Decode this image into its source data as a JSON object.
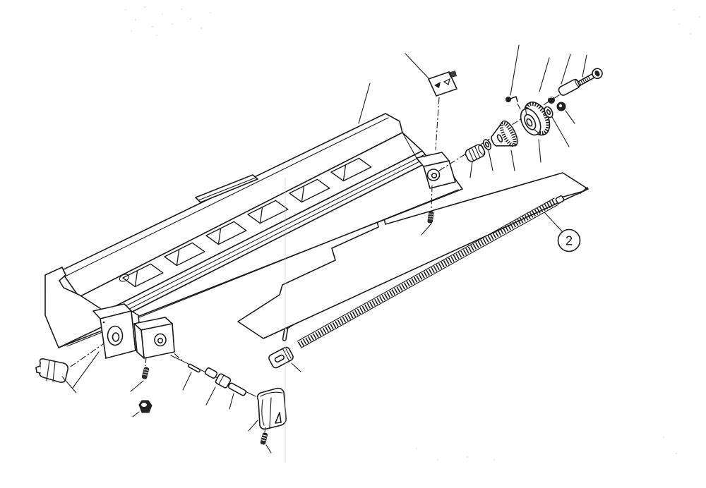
{
  "figure": {
    "type": "exploded-parts-diagram",
    "callouts": [
      {
        "label": "2"
      }
    ],
    "colors": {
      "ink": "#1c1c1c",
      "paper": "#ffffff",
      "fold_line": "#c9c9c9",
      "speckle": "#b9b9b9"
    },
    "parts": [
      "carriage-rail-assembly",
      "left-guide-block",
      "cube-block",
      "end-cap",
      "set-screw",
      "hex-nut",
      "dowel-pin",
      "stud-shaft",
      "release-knob",
      "knob-screw",
      "cable-end-fitting",
      "retainer-pin",
      "drawband-spring-cable",
      "mounting-plate",
      "plate-screw",
      "end-bracket",
      "ribbed-bushing",
      "small-washer",
      "bevel-gear",
      "drive-gear",
      "retaining-clip",
      "flat-washer",
      "small-nut",
      "lock-nut",
      "spacer-sleeve",
      "shoulder-bolt",
      "indicator-plate"
    ]
  }
}
